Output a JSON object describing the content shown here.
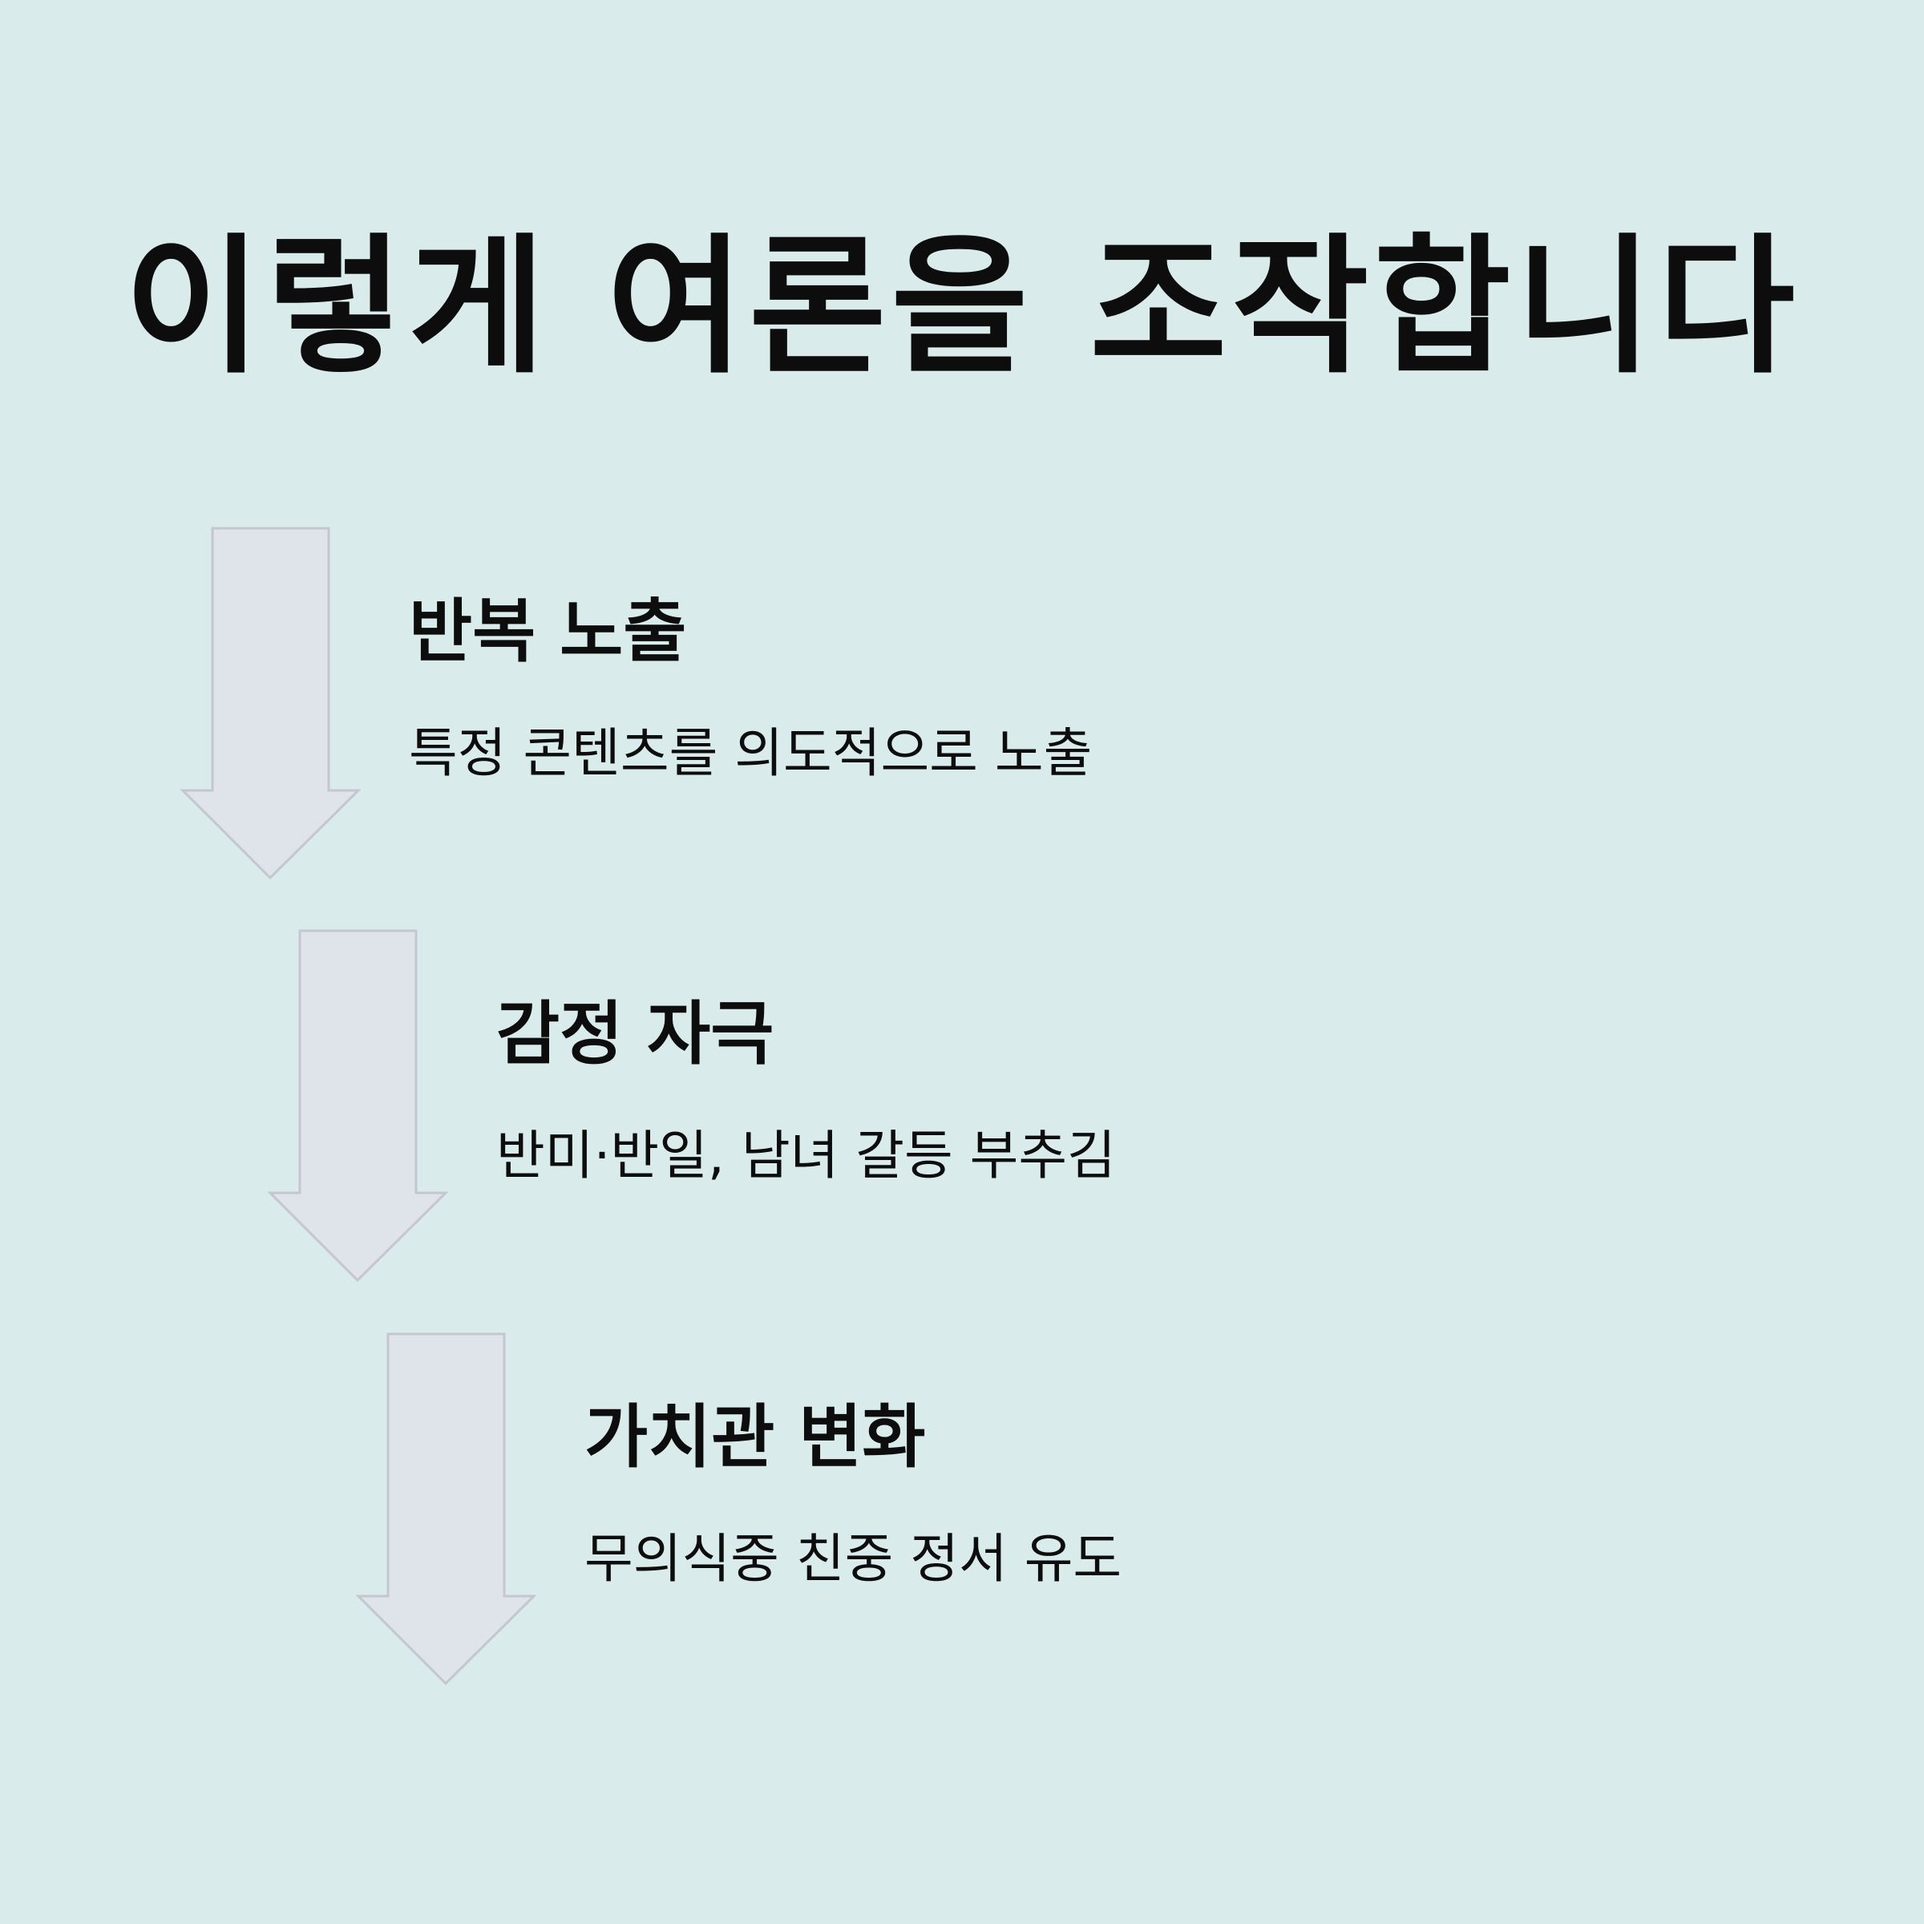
{
  "title": "이렇게 여론을 조작합니다",
  "colors": {
    "background": "#d9ebea",
    "arrow_fill": "#dfe3ea",
    "arrow_stroke": "#c4c7cc",
    "text": "#0d0d0d"
  },
  "steps": [
    {
      "icon": "down-arrow-icon",
      "heading": "반복 노출",
      "description": "특정 콘텐츠를 의도적으로 노출"
    },
    {
      "icon": "down-arrow-icon",
      "heading": "감정 자극",
      "description": "반미·반일, 남녀 갈등 부추김"
    },
    {
      "icon": "down-arrow-icon",
      "heading": "가치관 변화",
      "description": "무의식중 친중 정서 유도"
    }
  ]
}
